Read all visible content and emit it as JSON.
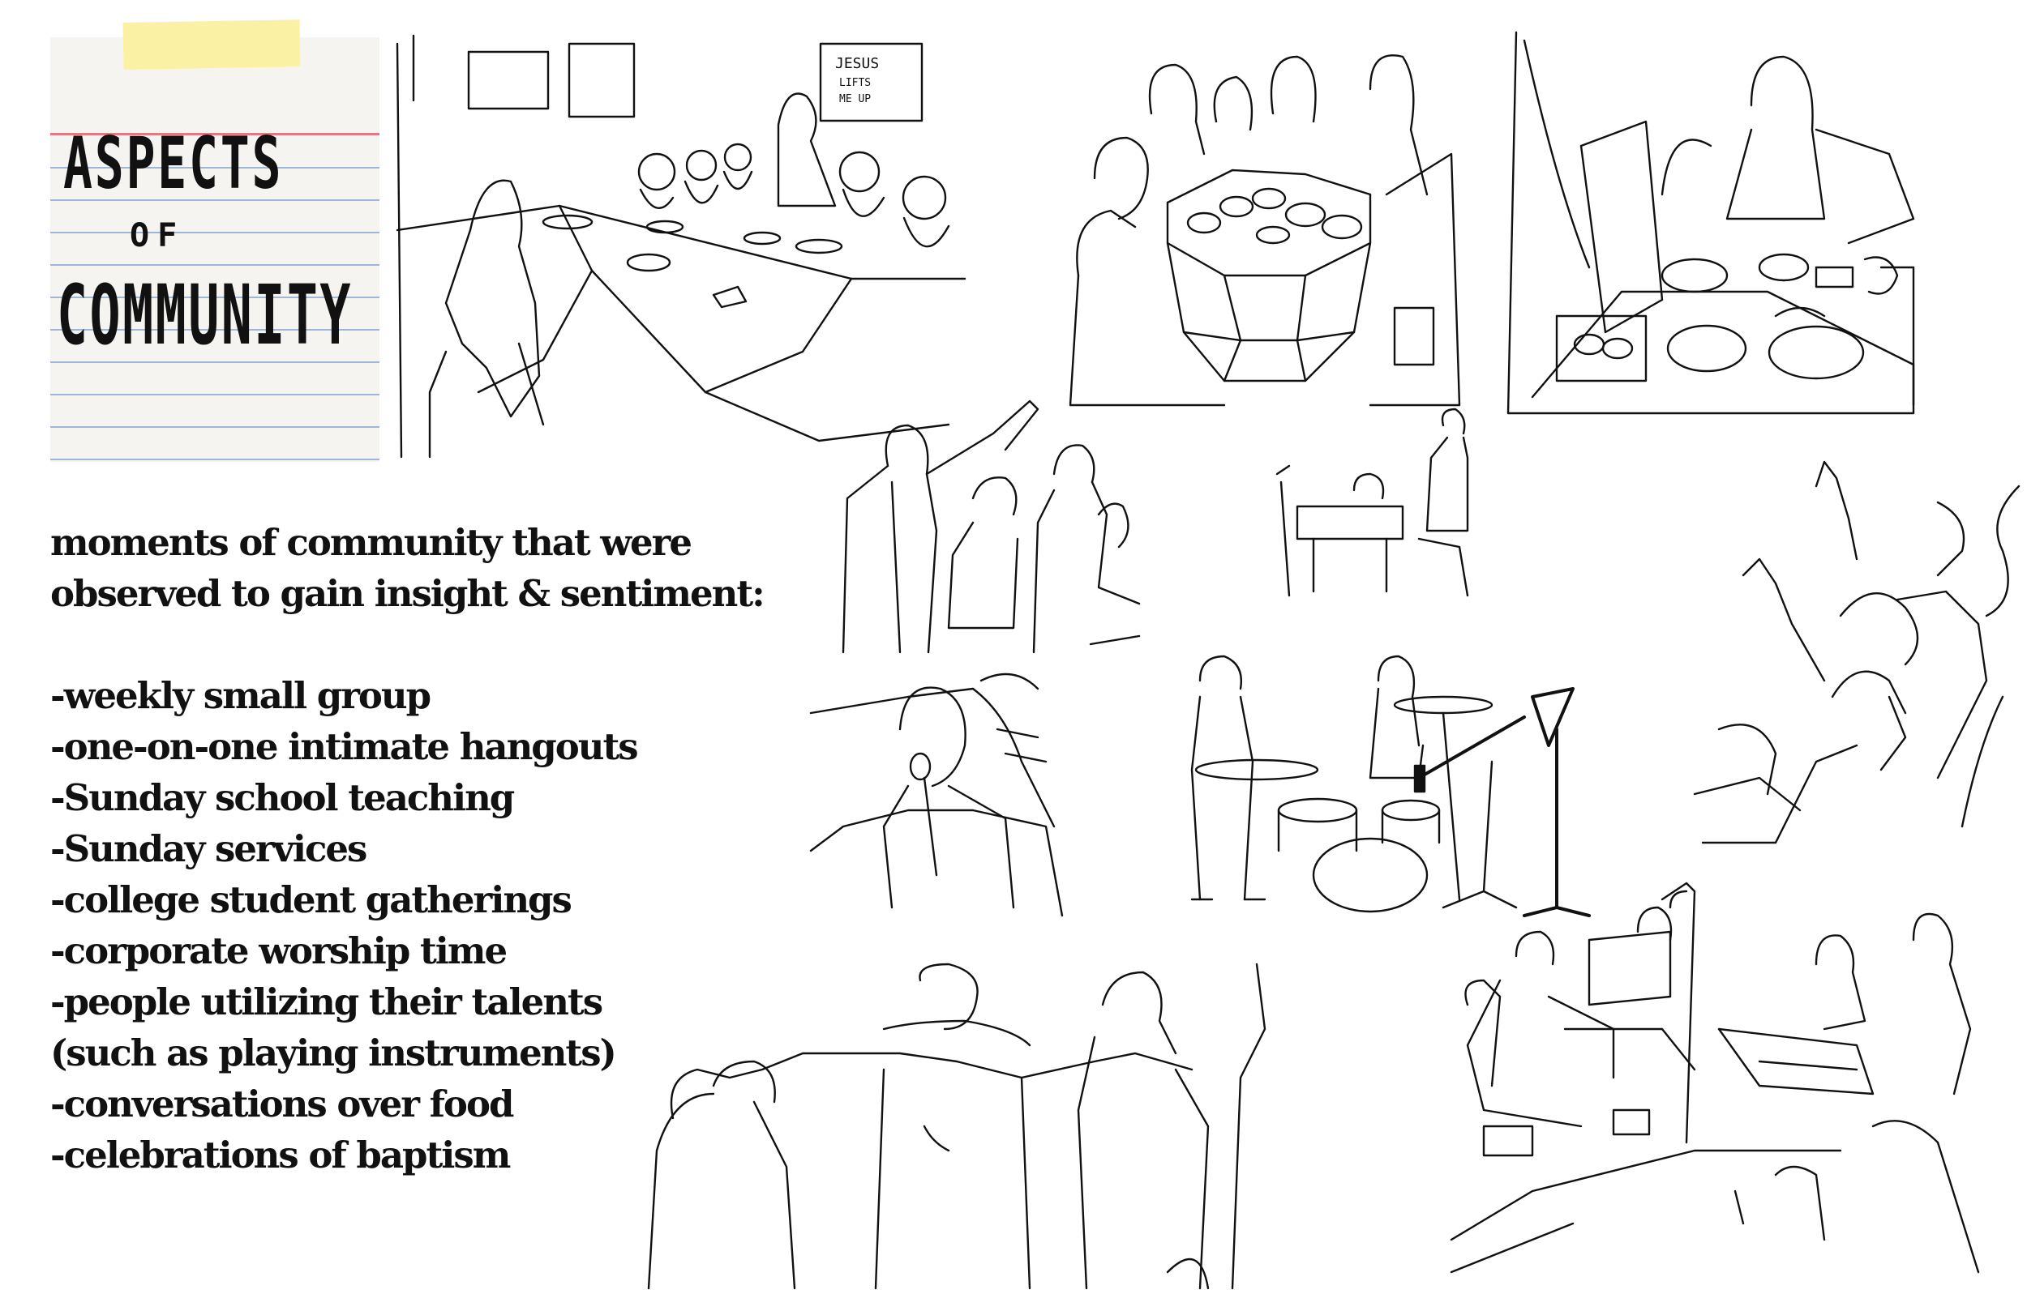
{
  "note": {
    "title_line1": "ASPECTS",
    "title_line2": "OF",
    "title_line3": "COMMUNITY"
  },
  "intro": {
    "line1": "moments of community that were",
    "line2": "observed to gain insight & sentiment:"
  },
  "moments": [
    "-weekly small group",
    "-one-on-one intimate hangouts",
    "-Sunday school teaching",
    "-Sunday services",
    "-college student gatherings",
    "-corporate worship time",
    "-people utilizing their talents",
    "(such as playing instruments)",
    "-conversations over food",
    "-celebrations of baptism"
  ],
  "poster_sign": {
    "line1": "JESUS",
    "line2": "LIFTS",
    "line3": "ME UP"
  }
}
